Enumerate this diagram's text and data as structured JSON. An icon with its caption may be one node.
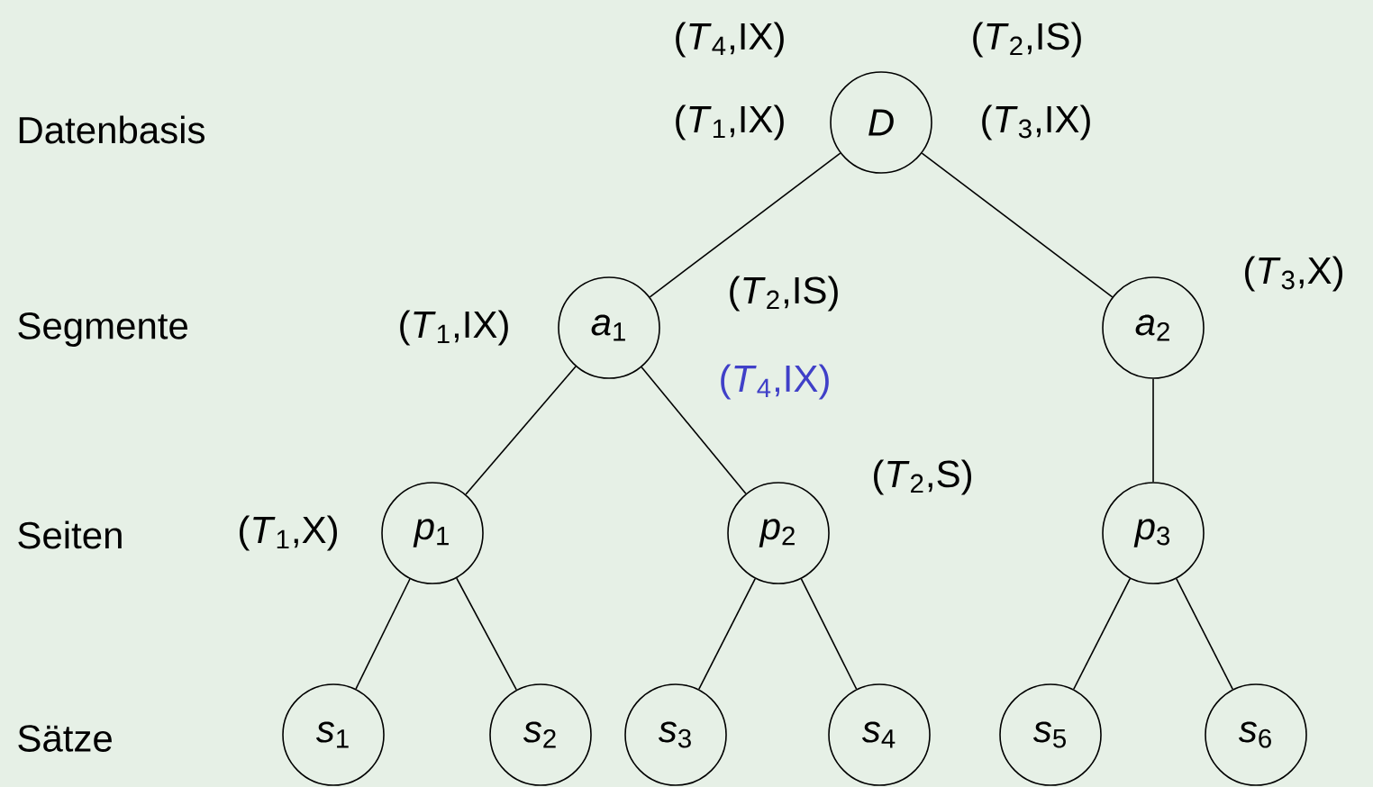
{
  "diagram": {
    "nodes": [
      {
        "text": [
          "*D*"
        ],
        "beside": [
          "(*T*$_{4}$,IX)",
          "(*T*$_{2}$,IS)",
          "(*T*$_{1}$,IX)",
          "(*T*$_{3}$,IX)"
        ]
      },
      {
        "text": [
          "*a*$_{1}$"
        ],
        "beside": [
          "(*T*$_{1}$,IX)",
          "(*T*$_{2}$,IS)",
          "(*T*$_{4}$,IX)"
        ]
      },
      {
        "text": [
          "*a*$_{2}$"
        ],
        "beside": [
          "(*T*$_{3}$,X)"
        ]
      },
      {
        "text": [
          "*p*$_{1}$"
        ],
        "beside": [
          "(*T*$_{1}$,X)"
        ]
      },
      {
        "text": [
          "*p*$_{2}$"
        ],
        "beside": [
          "(*T*$_{2}$,S)"
        ]
      },
      {
        "text": [
          "*p*$_{3}$"
        ]
      },
      {
        "text": [
          "*s*$_{1}$"
        ]
      },
      {
        "text": [
          "*s*$_{2}$"
        ]
      },
      {
        "text": [
          "*s*$_{3}$"
        ]
      },
      {
        "text": [
          "*s*$_{4}$"
        ]
      },
      {
        "text": [
          "*s*$_{5}$"
        ]
      },
      {
        "text": [
          "*s*$_{6}$"
        ]
      }
    ],
    "edges": [
      {
        "from": 0,
        "to": 1,
        "arrow": "none"
      },
      {
        "from": 0,
        "to": 2,
        "arrow": "none"
      },
      {
        "from": 1,
        "to": 3,
        "arrow": "none"
      },
      {
        "from": 1,
        "to": 4,
        "arrow": "none"
      },
      {
        "from": 2,
        "to": 5,
        "arrow": "none"
      },
      {
        "from": 3,
        "to": 6,
        "arrow": "none"
      },
      {
        "from": 3,
        "to": 7,
        "arrow": "none"
      },
      {
        "from": 4,
        "to": 8,
        "arrow": "none"
      },
      {
        "from": 4,
        "to": 9,
        "arrow": "none"
      },
      {
        "from": 5,
        "to": 10,
        "arrow": "none"
      },
      {
        "from": 5,
        "to": 11,
        "arrow": "none"
      }
    ],
    "labels": [
      "Datenbasis",
      "Segmente",
      "Seiten",
      "Sätze"
    ]
  }
}
